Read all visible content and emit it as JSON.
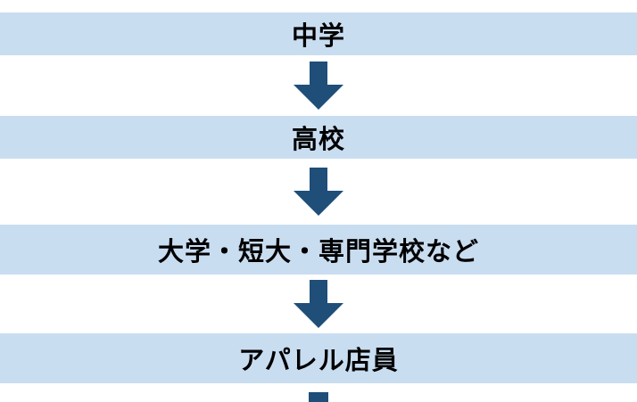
{
  "diagram": {
    "title": "education-to-career-flow",
    "steps": [
      {
        "label": "中学"
      },
      {
        "label": "高校"
      },
      {
        "label": "大学・短大・専門学校など"
      },
      {
        "label": "アパレル店員"
      }
    ],
    "colors": {
      "bar_fill": "#c9ddf1",
      "arrow_fill": "#1f4e79",
      "text": "#000000",
      "background": "#ffffff"
    }
  }
}
